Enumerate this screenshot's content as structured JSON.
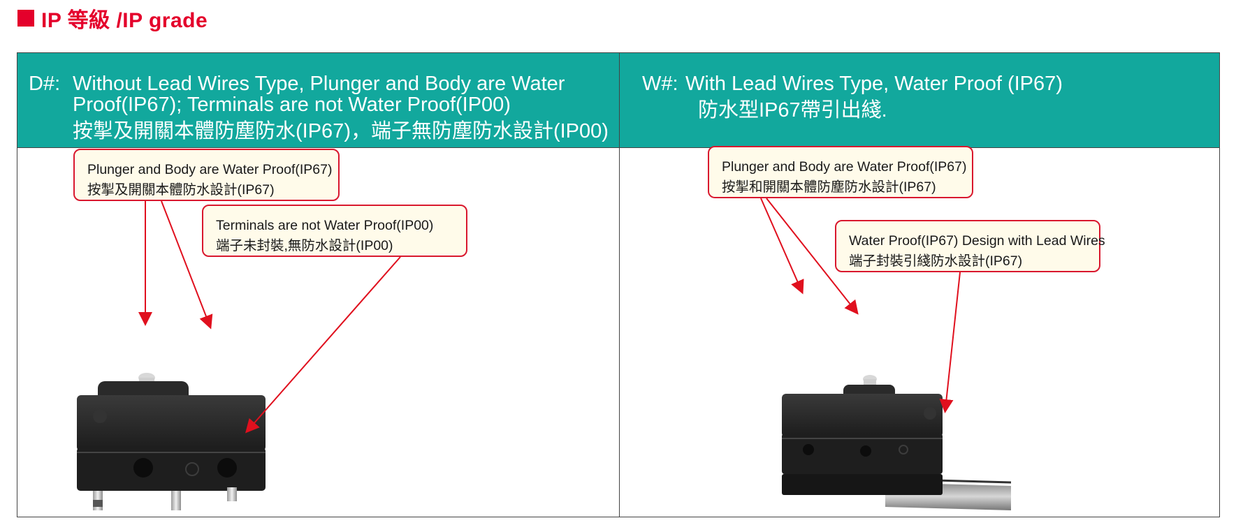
{
  "title": "IP 等級 /IP grade",
  "colors": {
    "accent": "#e4002b",
    "header_bg": "#12a89d",
    "callout_bg": "#fffbea",
    "callout_border": "#d9182e",
    "arrow": "#e0101e"
  },
  "panels": [
    {
      "code": "D#:",
      "description": [
        "Without Lead Wires Type, Plunger and Body are Water",
        "Proof(IP67);  Terminals are not Water Proof(IP00)",
        "按掣及開關本體防塵防水(IP67)，端子無防塵防水設計(IP00)"
      ],
      "callouts": [
        {
          "en": "Plunger and Body are Water Proof(IP67)",
          "zh": "按掣及開關本體防水設計(IP67)"
        },
        {
          "en": "Terminals are not Water Proof(IP00)",
          "zh": "端子未封裝,無防水設計(IP00)"
        }
      ]
    },
    {
      "code": "W#:",
      "description": [
        "With Lead Wires Type, Water Proof (IP67)",
        "防水型IP67帶引出綫."
      ],
      "callouts": [
        {
          "en": "Plunger and Body are Water Proof(IP67)",
          "zh": "按掣和開關本體防塵防水設計(IP67)"
        },
        {
          "en": "Water Proof(IP67) Design with Lead Wires",
          "zh": "端子封裝引綫防水設計(IP67)"
        }
      ]
    }
  ]
}
